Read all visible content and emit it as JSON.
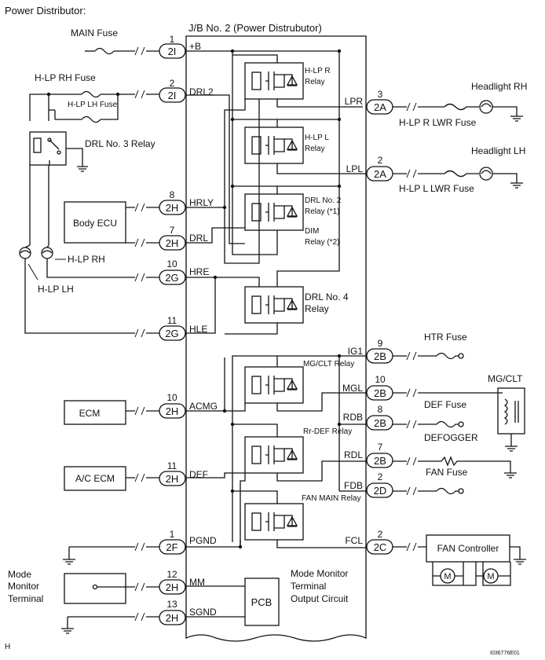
{
  "title": "Power Distributor:",
  "jb_title": "J/B No. 2 (Power Distrubutor)",
  "footer_left": "H",
  "footer_right": "I036776E01",
  "fuses": {
    "main": "MAIN Fuse",
    "hlp_rh": "H-LP RH Fuse",
    "hlp_lh": "H-LP LH Fuse",
    "hlp_r_lwr": "H-LP R LWR Fuse",
    "hlp_l_lwr": "H-LP L LWR Fuse",
    "htr": "HTR Fuse",
    "def": "DEF Fuse",
    "fan": "FAN Fuse"
  },
  "labels": {
    "drl3_relay": "DRL No. 3 Relay",
    "body_ecu": "Body ECU",
    "hlp_rh": "H-LP RH",
    "hlp_lh": "H-LP LH",
    "ecm": "ECM",
    "ac_ecm": "A/C ECM",
    "mode_monitor": [
      "Mode",
      "Monitor",
      "Terminal"
    ],
    "headlight_rh": "Headlight RH",
    "headlight_lh": "Headlight LH",
    "mg_clt": "MG/CLT",
    "defogger": "DEFOGGER",
    "fan_controller": "FAN Controller",
    "motor": "M",
    "pcb": "PCB",
    "output_circuit": [
      "Mode Monitor",
      "Terminal",
      "Output Circuit"
    ]
  },
  "relays": {
    "hlp_r": [
      "H-LP R",
      "Relay"
    ],
    "hlp_l": [
      "H-LP L",
      "Relay"
    ],
    "drl2": [
      "DRL No. 2",
      "Relay (*1)"
    ],
    "dim": [
      "DIM",
      "Relay (*2)"
    ],
    "drl4": [
      "DRL No. 4",
      "Relay"
    ],
    "mg_clt": "MG/CLT Relay",
    "rr_def": "Rr-DEF Relay",
    "fan_main": "FAN MAIN Relay"
  },
  "left_terminals": [
    {
      "pin": "1",
      "conn": "2I",
      "signal": "+B"
    },
    {
      "pin": "2",
      "conn": "2I",
      "signal": "DRL2"
    },
    {
      "pin": "8",
      "conn": "2H",
      "signal": "HRLY"
    },
    {
      "pin": "7",
      "conn": "2H",
      "signal": "DRL"
    },
    {
      "pin": "10",
      "conn": "2G",
      "signal": "HRE"
    },
    {
      "pin": "11",
      "conn": "2G",
      "signal": "HLE"
    },
    {
      "pin": "10",
      "conn": "2H",
      "signal": "ACMG"
    },
    {
      "pin": "11",
      "conn": "2H",
      "signal": "DEF"
    },
    {
      "pin": "1",
      "conn": "2F",
      "signal": "PGND"
    },
    {
      "pin": "12",
      "conn": "2H",
      "signal": "MM"
    },
    {
      "pin": "13",
      "conn": "2H",
      "signal": "SGND"
    }
  ],
  "right_terminals": [
    {
      "pin": "3",
      "conn": "2A",
      "signal": "LPR"
    },
    {
      "pin": "2",
      "conn": "2A",
      "signal": "LPL"
    },
    {
      "pin": "9",
      "conn": "2B",
      "signal": "IG1"
    },
    {
      "pin": "10",
      "conn": "2B",
      "signal": "MGL"
    },
    {
      "pin": "8",
      "conn": "2B",
      "signal": "RDB"
    },
    {
      "pin": "7",
      "conn": "2B",
      "signal": "RDL"
    },
    {
      "pin": "2",
      "conn": "2D",
      "signal": "FDB"
    },
    {
      "pin": "2",
      "conn": "2C",
      "signal": "FCL"
    }
  ]
}
